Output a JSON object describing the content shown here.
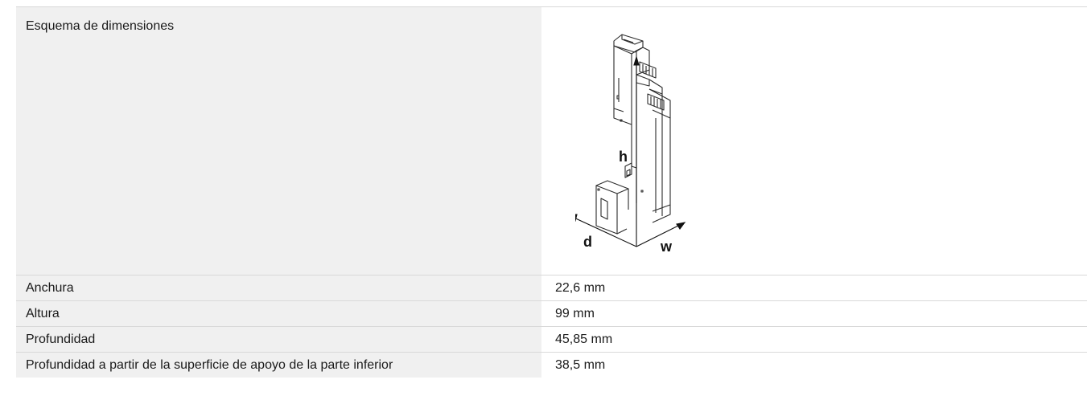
{
  "table": {
    "diagram_label": "Esquema de dimensiones",
    "diagram_axes": {
      "h": "h",
      "d": "d",
      "w": "w"
    },
    "rows": [
      {
        "label": "Anchura",
        "value": "22,6 mm"
      },
      {
        "label": "Altura",
        "value": "99 mm"
      },
      {
        "label": "Profundidad",
        "value": "45,85 mm"
      },
      {
        "label": "Profundidad a partir de la superficie de apoyo de la parte inferior",
        "value": "38,5 mm"
      }
    ]
  }
}
